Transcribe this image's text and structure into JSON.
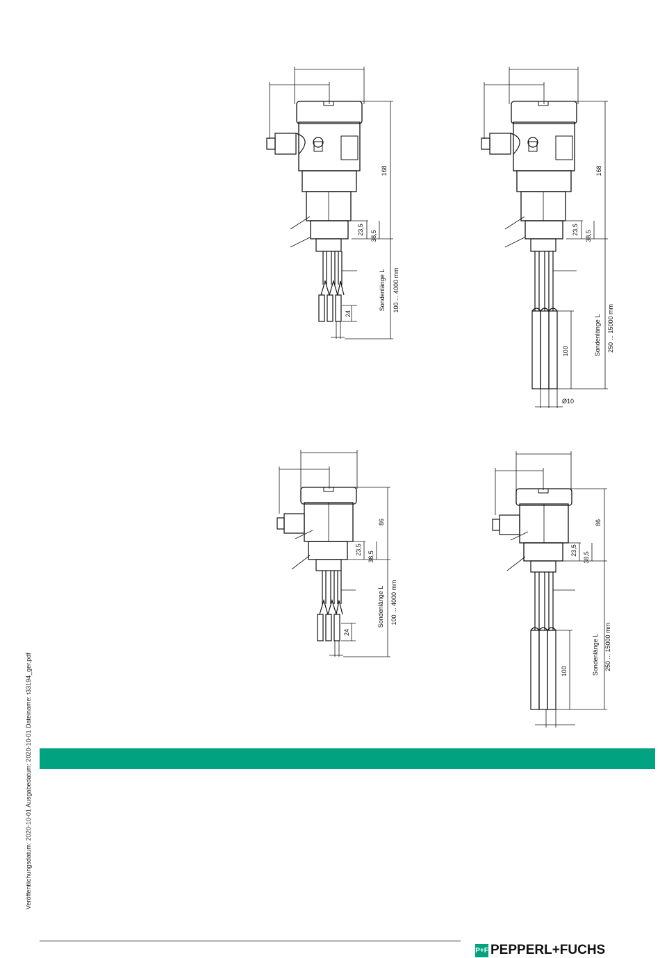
{
  "sidebar": {
    "publication_info": "Veröffentlichungsdatum: 2020-10-01 Ausgabedatum: 2020-10-01 Dateiname: t33194_ger.pdf"
  },
  "drawings": [
    {
      "total_height": "168",
      "thread_a": "23,5",
      "thread_b": "38,5",
      "probe_label": "Sondenlänge L",
      "probe_range": "100 ... 4000 mm",
      "tip": "24"
    },
    {
      "total_height": "168",
      "thread_a": "23,5",
      "thread_b": "38,5",
      "probe_label": "Sondenlänge L",
      "probe_range": "250 ... 15000 mm",
      "tip": "100",
      "diameter": "Ø10"
    },
    {
      "total_height": "86",
      "thread_a": "23,5",
      "thread_b": "38,5",
      "probe_label": "Sondenlänge L",
      "probe_range": "100 ... 4000 mm",
      "tip": "24"
    },
    {
      "total_height": "86",
      "thread_a": "23,5",
      "thread_b": "38,5",
      "probe_label": "Sondenlänge L",
      "probe_range": "250 ... 15000 mm",
      "tip": "100"
    }
  ],
  "brand": {
    "name": "PEPPERL+FUCHS",
    "mark": "P+F",
    "accent_color": "#00a27f"
  }
}
